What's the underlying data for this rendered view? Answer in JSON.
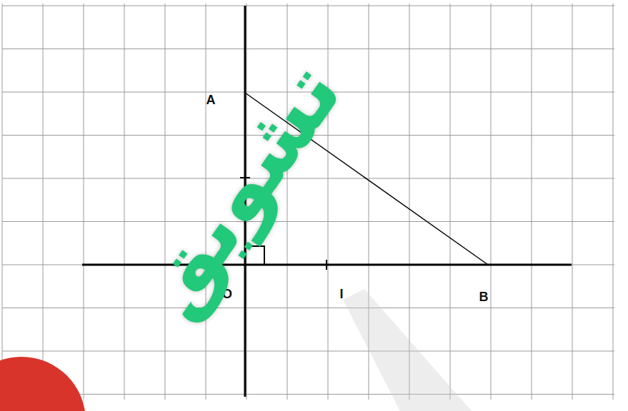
{
  "diagram": {
    "labels": [
      "A",
      "O",
      "I",
      "B",
      "تشويق"
    ]
  }
}
